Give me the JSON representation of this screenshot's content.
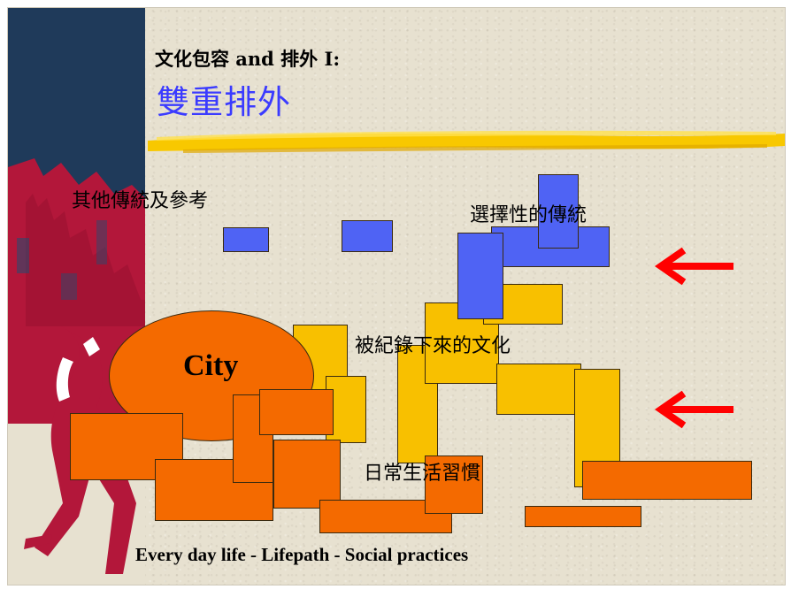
{
  "slide": {
    "heading": "文化包容 and 排外 I:",
    "title": "雙重排外"
  },
  "diagram": {
    "labels": {
      "other_traditions": "其他傳統及參考",
      "selective_tradition": "選擇性的傳統",
      "recorded_culture": "被紀錄下來的文化",
      "daily_habits": "日常生活習慣"
    },
    "city": "City",
    "footer": "Every day life  -  Lifepath - Social practices",
    "colors": {
      "blue": "#4f63f4",
      "yellow": "#f8c000",
      "orange": "#f46a00",
      "arrow": "#ff0000",
      "title": "#3b3bff",
      "sidebar_navy": "#1f3a5a",
      "sidebar_red": "#b3173a"
    },
    "icons": [
      "left-arrow-icon",
      "left-arrow-icon",
      "left-arrow-icon"
    ]
  }
}
